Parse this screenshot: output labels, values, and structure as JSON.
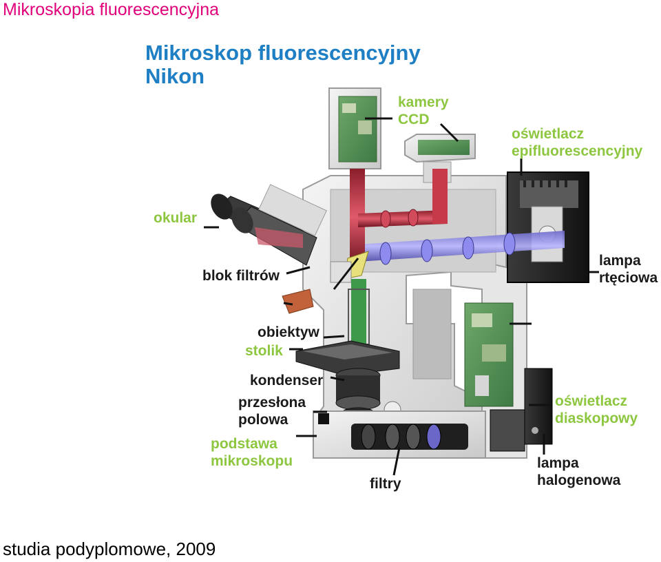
{
  "slide": {
    "title": "Mikroskopia fluorescencyjna",
    "footer": "studia podyplomowe, 2009"
  },
  "diagram": {
    "title_line1": "Mikroskop fluorescencyjny",
    "title_line2": "Nikon",
    "labels": {
      "kamery_1": "kamery",
      "kamery_2": "CCD",
      "oswietlacz_epi_1": "oświetlacz",
      "oswietlacz_epi_2": "epifluorescencyjny",
      "okular": "okular",
      "blok_filtrow": "blok filtrów",
      "lampa_rteciowa_1": "lampa",
      "lampa_rteciowa_2": "rtęciowa",
      "obiektyw": "obiektyw",
      "stolik": "stolik",
      "kondenser": "kondenser",
      "przeslona_1": "przesłona",
      "przeslona_2": "polowa",
      "podstawa_1": "podstawa",
      "podstawa_2": "mikroskopu",
      "oswietlacz_dia_1": "oświetlacz",
      "oswietlacz_dia_2": "diaskopowy",
      "filtry": "filtry",
      "lampa_halogenowa_1": "lampa",
      "lampa_halogenowa_2": "halogenowa"
    },
    "colors": {
      "title": "#1e7fc4",
      "slide_title": "#e0007a",
      "label_green": "#8dc63f",
      "label_black": "#1a1a1a"
    }
  }
}
